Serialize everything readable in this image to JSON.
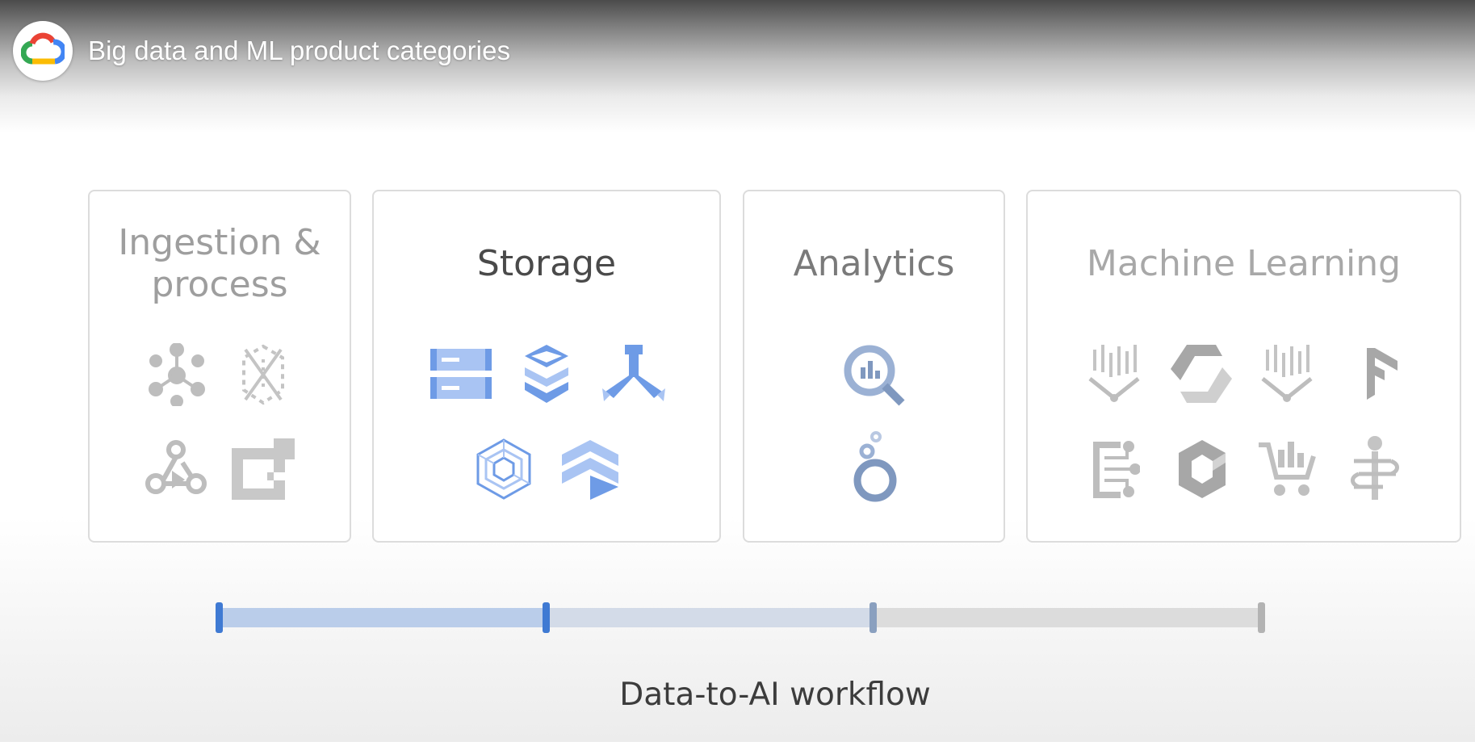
{
  "header": {
    "title": "Big data and ML product categories",
    "logo_icon": "google-cloud-logo-icon"
  },
  "cards": [
    {
      "id": "ingestion",
      "title_line1": "Ingestion &",
      "title_line2": "process",
      "state": "dimmed",
      "color": "#9e9e9e",
      "icons": [
        "pubsub-hub-icon",
        "dataflow-hexagon-icon",
        "data-fusion-icon",
        "dataproc-bracket-icon"
      ]
    },
    {
      "id": "storage",
      "title": "Storage",
      "state": "active",
      "color": "#4a4a4a",
      "icons": [
        "cloud-sql-server-icon",
        "stacked-layers-icon",
        "spanner-tripod-icon",
        "bigtable-hex-icon",
        "storage-chevrons-icon"
      ]
    },
    {
      "id": "analytics",
      "title": "Analytics",
      "state": "dimmed",
      "color": "#7a7a7a",
      "icons": [
        "bigquery-magnifier-icon",
        "looker-ring-icon"
      ]
    },
    {
      "id": "ml",
      "title": "Machine Learning",
      "state": "dimmed",
      "color": "#a8a8a8",
      "icons": [
        "vertex-ai-funnel-icon",
        "automl-arrows-icon",
        "vertex-ai-funnel-icon",
        "tensorflow-icon",
        "document-ai-icon",
        "contact-center-ai-icon",
        "retail-cart-icon",
        "healthcare-icon"
      ]
    }
  ],
  "timeline": {
    "caption": "Data-to-AI workflow",
    "stages": 4,
    "active_stage": 2,
    "colors": {
      "active_marker": "#3f7ad3",
      "active_bar": "#bacdea",
      "mid_bar": "#d3dbe8",
      "inactive_bar": "#dcdcdc",
      "inactive_marker": "#b3b3b3"
    }
  },
  "colors": {
    "icon_blue": "#6e9be6",
    "icon_blue_light": "#a9c4f3",
    "icon_gray": "#bdbdbd"
  }
}
